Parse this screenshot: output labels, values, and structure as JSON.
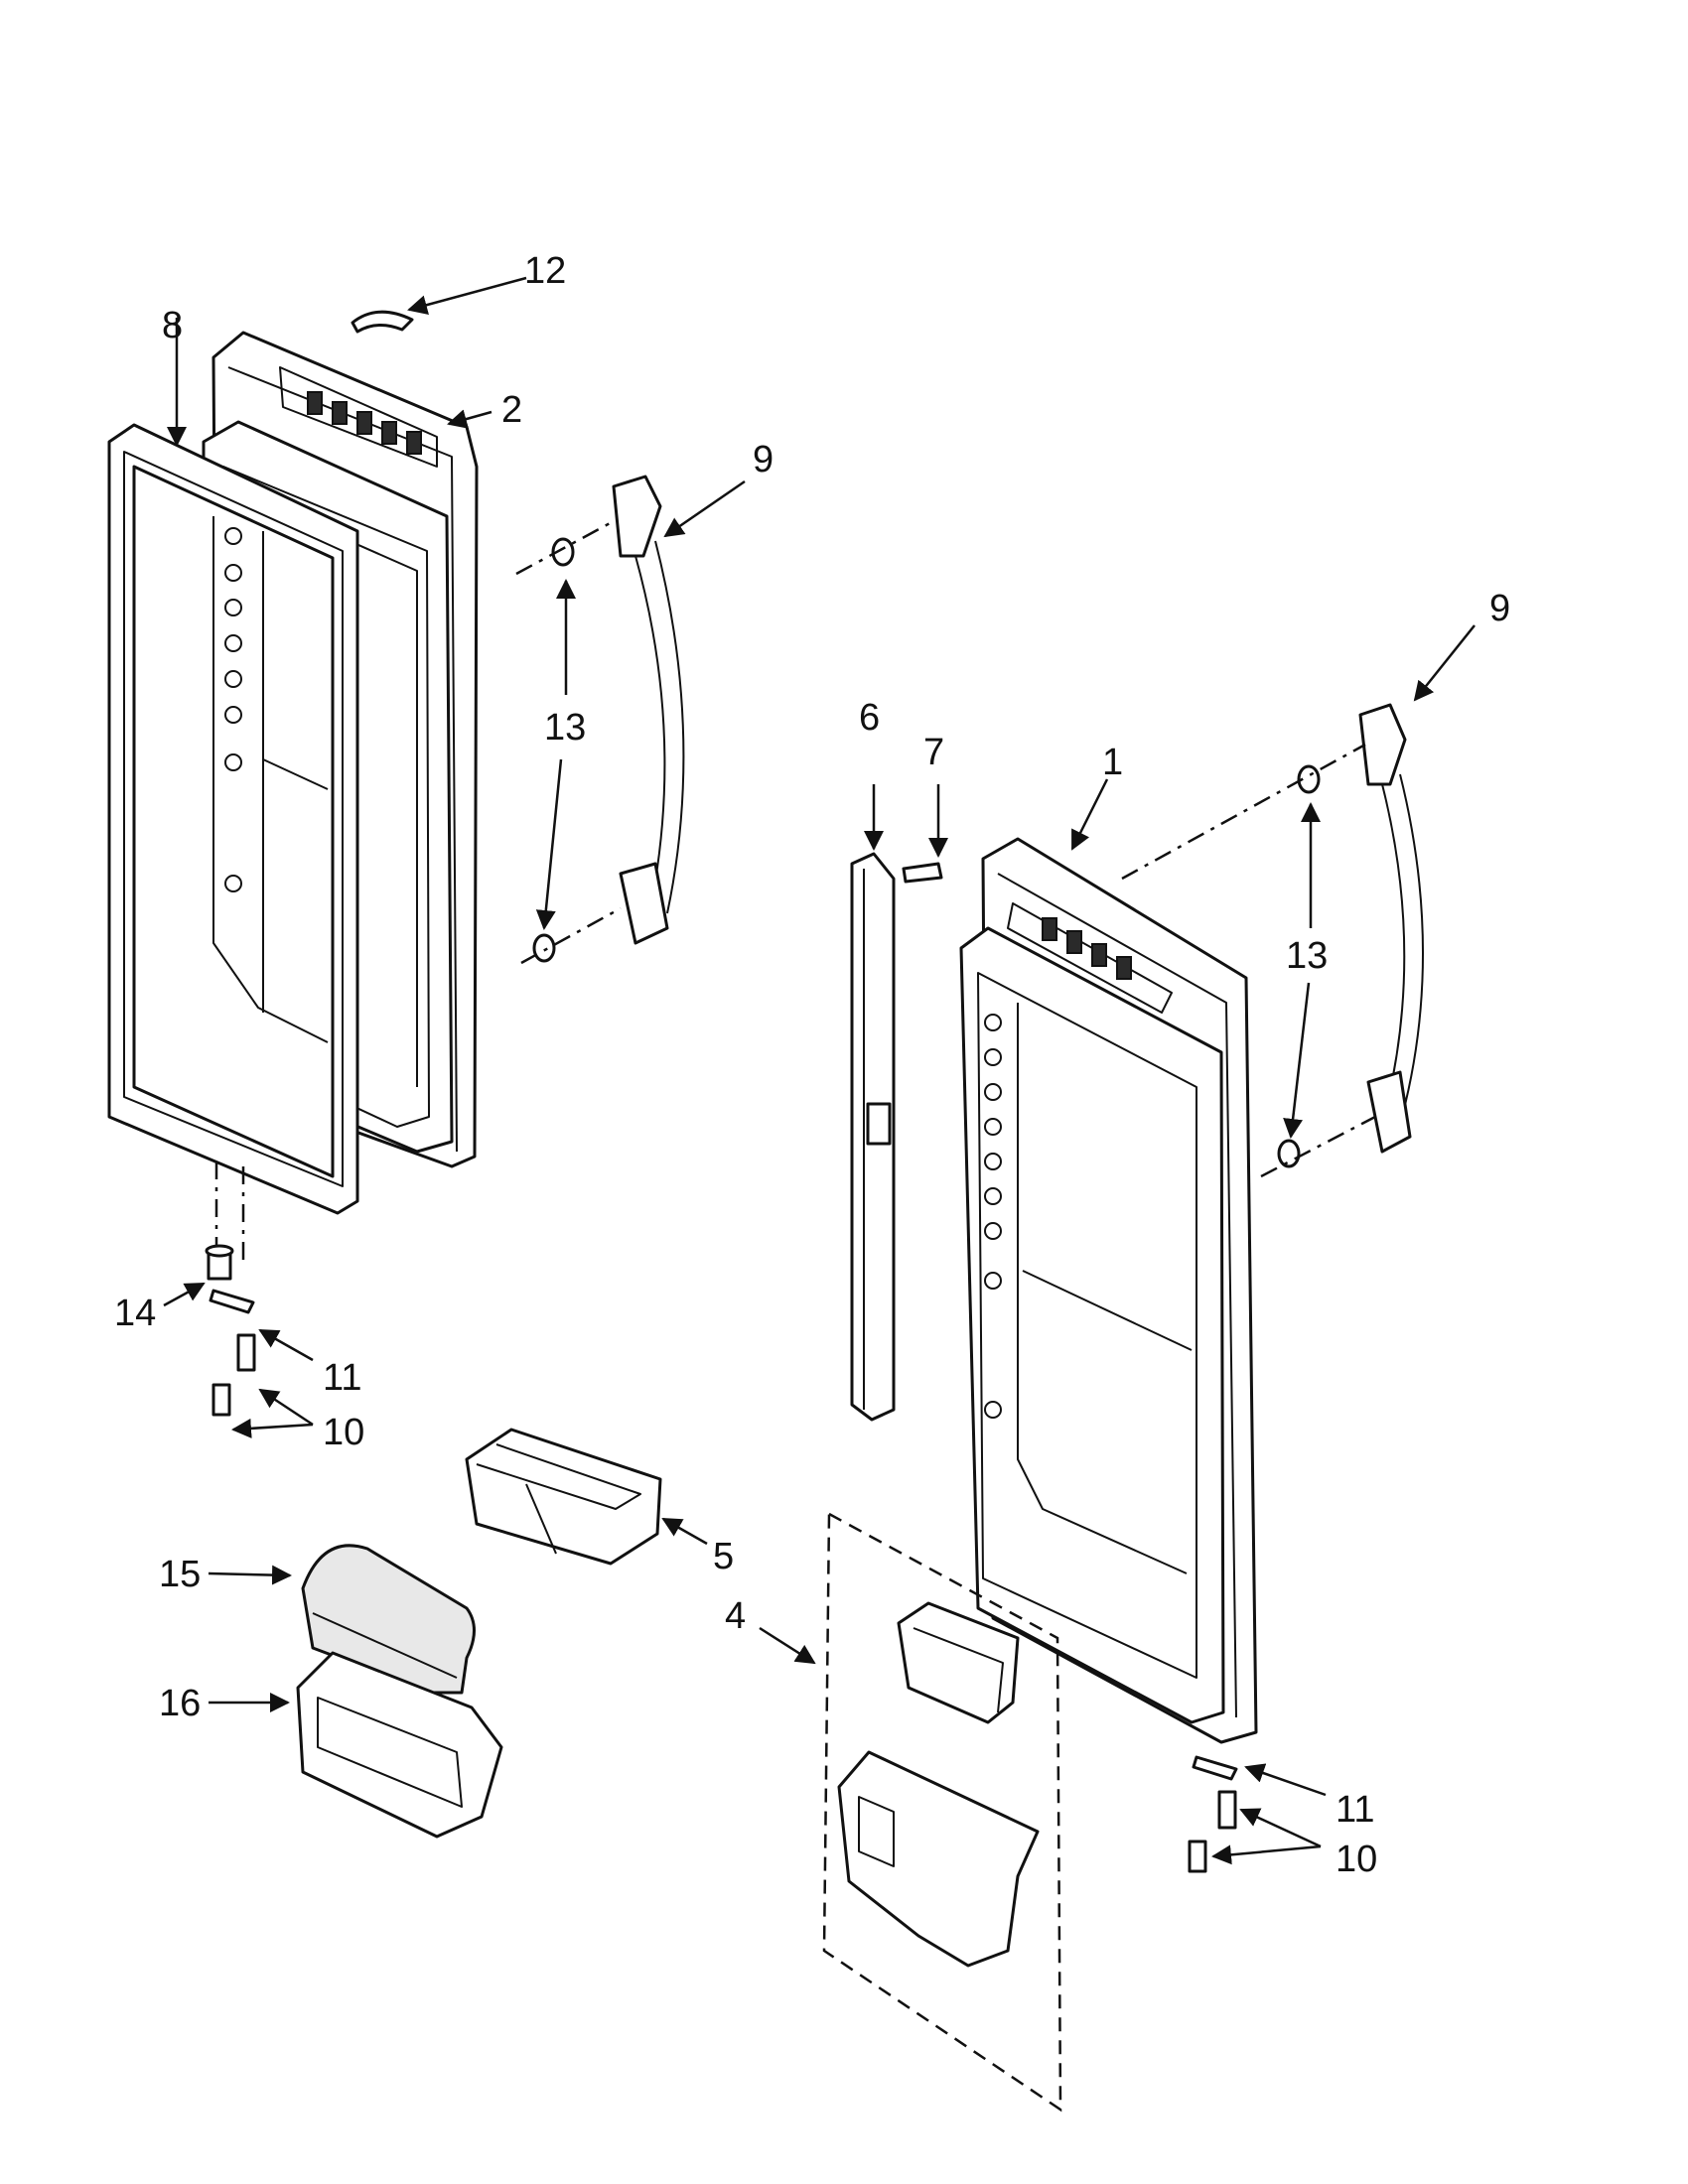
{
  "callouts": {
    "c1": "1",
    "c2": "2",
    "c4": "4",
    "c5": "5",
    "c6": "6",
    "c7": "7",
    "c8": "8",
    "c9a": "9",
    "c9b": "9",
    "c10a": "10",
    "c10b": "10",
    "c11a": "11",
    "c11b": "11",
    "c12": "12",
    "c13a": "13",
    "c13b": "13",
    "c14": "14",
    "c15": "15",
    "c16": "16"
  }
}
